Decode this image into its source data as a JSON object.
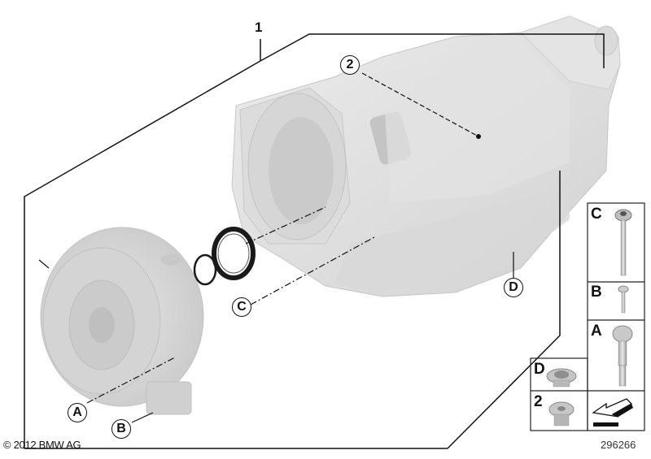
{
  "diagram": {
    "title": "Automatic transmission assembly parts diagram",
    "callouts": [
      {
        "id": "1",
        "label": "1",
        "style": "plain",
        "target": "transmission-assembly-frame"
      },
      {
        "id": "2",
        "label": "2",
        "style": "circled",
        "target": "drain-plug-on-housing"
      },
      {
        "id": "A",
        "label": "A",
        "style": "circled",
        "target": "torque-converter-bolt"
      },
      {
        "id": "B",
        "label": "B",
        "style": "circled",
        "target": "converter-bracket-bolt"
      },
      {
        "id": "C",
        "label": "C",
        "style": "circled",
        "target": "bellhousing-bolt"
      },
      {
        "id": "D",
        "label": "D",
        "style": "circled",
        "target": "fill-plug"
      }
    ],
    "legend": [
      {
        "label": "C",
        "part": "long-bolt"
      },
      {
        "label": "B",
        "part": "short-screw"
      },
      {
        "label": "A",
        "part": "shoulder-bolt"
      },
      {
        "label": "D",
        "part": "flange-plug"
      },
      {
        "label": "2",
        "part": "threaded-plug"
      },
      {
        "label": "",
        "part": "direction-arrow"
      }
    ],
    "components": [
      "transmission-housing",
      "torque-converter",
      "shaft-seal",
      "o-ring"
    ],
    "copyright": "© 2012 BMW AG",
    "part_number": "296266"
  }
}
